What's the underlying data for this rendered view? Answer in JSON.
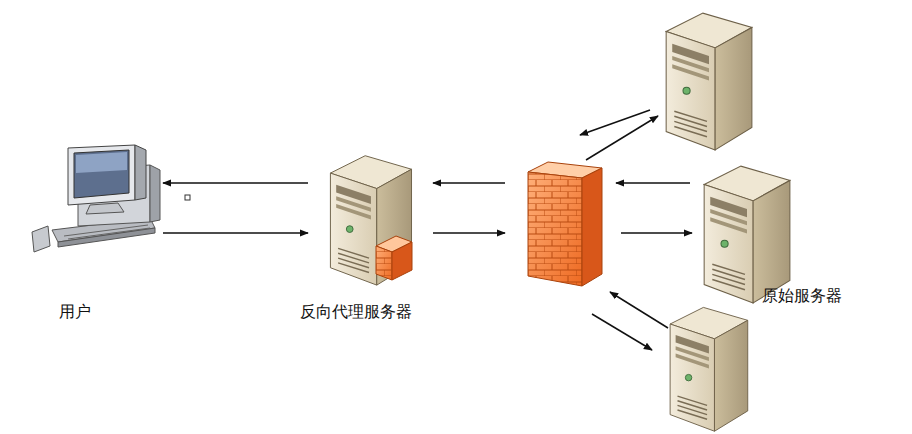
{
  "diagram": {
    "nodes": [
      {
        "text": [
          "用户"
        ]
      },
      {
        "text": [
          "反向代理服务器"
        ]
      },
      {
        "text": [
          "原始服务器"
        ]
      }
    ],
    "edges": [
      {
        "from": 1,
        "to": 0,
        "arrow": "to"
      },
      {
        "from": 0,
        "to": 1,
        "arrow": "to"
      }
    ]
  }
}
